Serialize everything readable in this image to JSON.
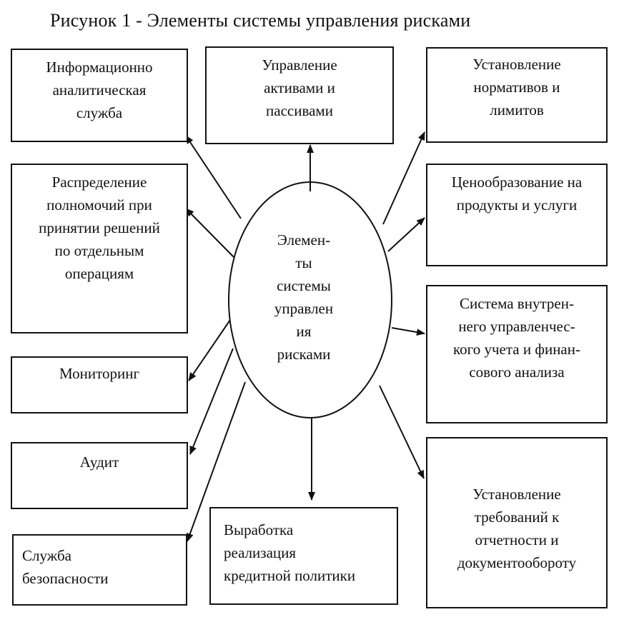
{
  "title": "Рисунок 1  -  Элементы системы управления рисками",
  "center": [
    "Элемен-",
    "ты",
    "системы",
    "управлен",
    "ия",
    "рисками"
  ],
  "boxes": {
    "info": [
      "Информационно",
      "аналитическая",
      "служба"
    ],
    "assets": [
      "Управление",
      "активами и",
      "пассивами"
    ],
    "norms": [
      "Установление",
      "нормативов и",
      "лимитов"
    ],
    "authority": [
      "Распределение",
      "полномочий при",
      "принятии решений",
      "по отдельным",
      "операциям"
    ],
    "pricing": [
      "Ценообразование на",
      "продукты и услуги"
    ],
    "accounting": [
      "Система внутрен-",
      "него управленчес-",
      "кого учета и финан-",
      "сового анализа"
    ],
    "monitoring": [
      "Мониторинг"
    ],
    "audit": [
      "Аудит"
    ],
    "security": [
      "Служба",
      "безопасности"
    ],
    "credit": [
      "Выработка",
      "реализация",
      "кредитной политики"
    ],
    "reporting": [
      "Установление",
      "требований к",
      "отчетности и",
      "документообороту"
    ]
  }
}
